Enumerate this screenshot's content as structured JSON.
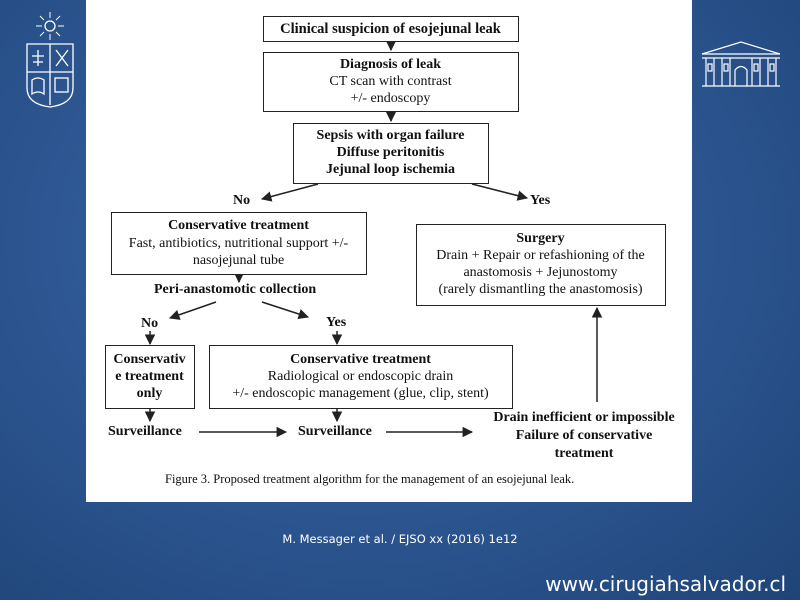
{
  "diagram": {
    "box_clinical": "Clinical suspicion of esojejunal leak",
    "box_diagnosis": [
      "Diagnosis of leak",
      "CT scan with contrast",
      "+/- endoscopy"
    ],
    "box_sepsis": [
      "Sepsis with organ failure",
      "Diffuse peritonitis",
      "Jejunal loop ischemia"
    ],
    "label_no_1": "No",
    "label_yes_1": "Yes",
    "box_conservative": [
      "Conservative treatment",
      "Fast, antibiotics, nutritional support +/-",
      "nasojejunal tube"
    ],
    "box_surgery": [
      "Surgery",
      "Drain + Repair or refashioning of the",
      "anastomosis + Jejunostomy",
      "(rarely dismantling the anastomosis)"
    ],
    "label_peri": "Peri-anastomotic collection",
    "label_no_2": "No",
    "label_yes_2": "Yes",
    "box_cons_only": [
      "Conservativ",
      "e treatment",
      "only"
    ],
    "box_cons_drain": [
      "Conservative treatment",
      "Radiological or endoscopic drain",
      "+/- endoscopic management (glue, clip, stent)"
    ],
    "label_surveillance_1": "Surveillance",
    "label_surveillance_2": "Surveillance",
    "label_drain_fail": [
      "Drain inefficient or impossible",
      "Failure of conservative",
      "treatment"
    ],
    "caption": "Figure 3. Proposed treatment algorithm for the management of an esojejunal leak."
  },
  "citation": "M. Messager et al. / EJSO xx (2016) 1e12",
  "website": "www.cirugiahsalvador.cl",
  "colors": {
    "background": "#2c5590",
    "card": "#ffffff",
    "line": "#222222"
  },
  "logos": {
    "left": "university-crest-icon",
    "right": "hospital-building-icon"
  }
}
